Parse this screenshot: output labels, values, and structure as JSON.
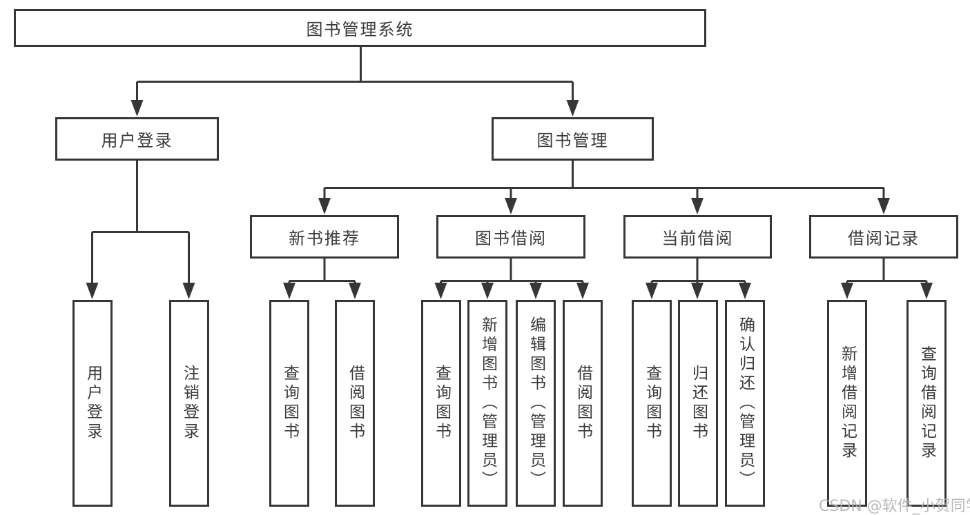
{
  "diagram": {
    "root": {
      "label": "图书管理系统"
    },
    "level2": [
      {
        "label": "用户登录"
      },
      {
        "label": "图书管理"
      }
    ],
    "level3": [
      {
        "label": "新书推荐"
      },
      {
        "label": "图书借阅"
      },
      {
        "label": "当前借阅"
      },
      {
        "label": "借阅记录"
      }
    ],
    "leaves": {
      "user_login": [
        {
          "label": "用户登录"
        },
        {
          "label": "注销登录"
        }
      ],
      "new_books": [
        {
          "label": "查询图书"
        },
        {
          "label": "借阅图书"
        }
      ],
      "book_borrowing": [
        {
          "label": "查询图书"
        },
        {
          "label": "新增图书（管理员）"
        },
        {
          "label": "编辑图书（管理员）"
        },
        {
          "label": "借阅图书"
        }
      ],
      "current_borrowing": [
        {
          "label": "查询图书"
        },
        {
          "label": "归还图书"
        },
        {
          "label": "确认归还（管理员）"
        }
      ],
      "borrow_records": [
        {
          "label": "新增借阅记录"
        },
        {
          "label": "查询借阅记录"
        }
      ]
    }
  },
  "watermark": {
    "text": "CSDN @软件_小贺同学"
  },
  "colors": {
    "line": "#363636",
    "text": "#3a3a3a",
    "watermark": "#b2b2b2",
    "background": "#ffffff"
  }
}
